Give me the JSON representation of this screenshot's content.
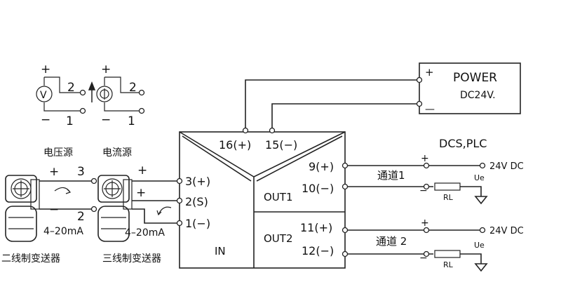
{
  "power": {
    "label": "POWER",
    "voltage": "DC24V.",
    "plus": "+",
    "minus": "—"
  },
  "module": {
    "t16": "16(+)",
    "t15": "15(−)",
    "t9": "9(+)",
    "t10": "10(−)",
    "t11": "11(+)",
    "t12": "12(−)",
    "t3": "3(+)",
    "t2": "2(S)",
    "t1": "1(−)",
    "in_label": "IN",
    "out1_label": "OUT1",
    "out2_label": "OUT2"
  },
  "outputs": {
    "dcs_label": "DCS,PLC",
    "ch1_label": "通道1",
    "ch2_label": "通道 2",
    "supply1": "24V DC",
    "supply2": "24V DC",
    "ue1": "Ue",
    "ue2": "Ue",
    "rl1": "RL",
    "rl2": "RL",
    "plus": "+",
    "minus": "−"
  },
  "legend": {
    "plus": "+",
    "minus": "−",
    "two": "2",
    "one": "1",
    "voltage_source": "电压源",
    "current_source": "电流源",
    "volt_symbol": "V"
  },
  "two_wire": {
    "plus": "+",
    "terminal": "3",
    "minus": "−",
    "terminal2": "2",
    "range": "4–20mA",
    "caption": "二线制变送器"
  },
  "three_wire": {
    "plus_top": "+",
    "plus_mid": "+",
    "range": "4–20mA",
    "caption": "三线制变送器"
  }
}
